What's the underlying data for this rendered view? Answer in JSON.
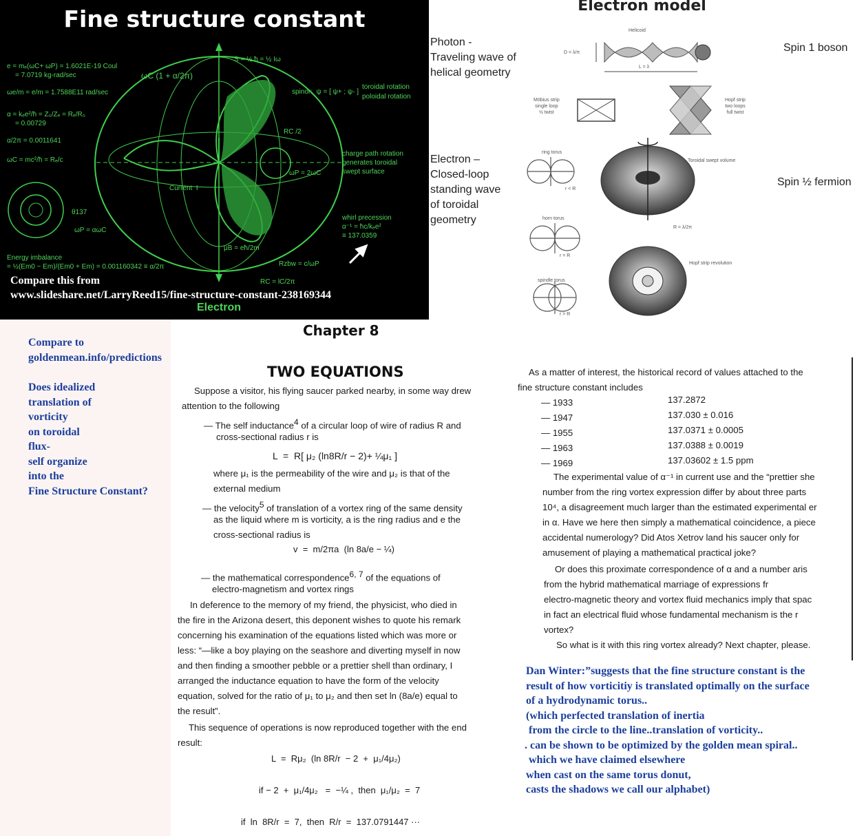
{
  "panel": {
    "title": "Fine structure constant",
    "eq_e": "e = mₑ(ωC+ ωP) = 1.6021E-19 Coul",
    "eq_e2": "= 7.0719 kg-rad/sec",
    "eq_em": "ωe/m = e/m = 1.7588E11 rad/sec",
    "eq_alpha": "α = kₑe²/ħ = Z₀/Zₑ = Rₑ/R₀",
    "eq_alpha2": "= 0.00729",
    "eq_a2pi": "α/2π = 0.0011641",
    "eq_wc": "ωC = mc²/ħ = Rₑ/c",
    "spin_s": "S = ½ ħ = ½ Iω",
    "omega_top": "ωC (1 + α/2π)",
    "spinor": "spinor:  ψ = [ ψ+ ; ψ- ]",
    "toroidal": "toroidal rotation",
    "poloidal": "poloidal rotation",
    "rc2": "RC /2",
    "charge_path": "charge path rotation\ngenerates toroidal\nswept surface",
    "current": "Current  I",
    "wp2": "ωP = 2ωC",
    "theta": "θ137",
    "wp": "ωP = αωC",
    "whirl": "whirl precession\nα⁻¹ = ħc/kₑe²\n≡ 137.0359",
    "mu_b": "μB = eħ/2m",
    "energy": "Energy imbalance",
    "energy2": "= ½(Em0 − Em)/(Em0 + Em) = 0.001160342 ≡ α/2π",
    "rzbw": "Rzbw = c/ωP",
    "rc": "RC = lC/2π",
    "compare1": "Compare this from",
    "compare2": "www.slideshare.net/LarryReed15/fine-structure-constant-238169344",
    "caption": "Electron"
  },
  "model": {
    "heading": "Electron model",
    "photon": "Photon -\nTraveling wave of\nhelical geometry",
    "electron": "Electron –\nClosed-loop\nstanding wave\nof toroidal\ngeometry",
    "spin1": "Spin 1 boson",
    "spinhalf": "Spin ½ fermion",
    "helicoid": "Helicoid",
    "d": "D = λ/π",
    "l": "L = λ",
    "mobius": "Möbius strip\nsingle loop\n½ twist",
    "hopf": "Hopf strip\ntwo loops\nfull twist",
    "ringtorus": "ring torus",
    "rltR": "r < R",
    "toroidal_swept": "Toroidal swept volume",
    "hornt": "horn torus",
    "req": "r = R",
    "rl2pi": "R = λ/2π",
    "hopfrev": "Hopf strip revolution",
    "spindle": "spindle torus",
    "rgtR": "r > R"
  },
  "note": {
    "line1": "Compare to",
    "line2": "goldenmean.info/predictions",
    "q": [
      "Does idealized",
      "translation of",
      "vorticity",
      "on toroidal",
      "flux-",
      "self organize",
      "into the",
      "Fine Structure Constant?"
    ]
  },
  "book": {
    "chapter": "Chapter 8",
    "heading": "TWO EQUATIONS",
    "p1a": "Suppose a visitor, his flying saucer parked nearby, in some way drew",
    "p1b": "attention to the following",
    "i1a": "— The self inductance",
    "sup4": "4",
    "i1b": " of a circular loop of wire of radius R and",
    "i1c": "cross-sectional radius r is",
    "eqL": "L  =  R[ μ₂ (ln8R/r − 2)+ ¼μ₁ ]",
    "i1d": "where μ₁ is the permeability of the wire and μ₂ is that of the",
    "i1e": "external medium",
    "i2a": "— the velocity",
    "sup5": "5",
    "i2b": " of translation of a vortex ring of the same density",
    "i2c": "as the liquid where m is vorticity, a is the ring radius and e the",
    "i2d": "cross-sectional radius is",
    "eqV": "v  =  m/2πa  (ln 8a/e − ¼)",
    "i3a": "— the  mathematical  correspondence",
    "sup67": "6, 7",
    "i3b": "  of  the  equations  of",
    "i3c": "electro-magnetism  and  vortex  rings",
    "p2": [
      "In deference to the memory of my friend, the physicist, who died in",
      "the fire in the Arizona desert, this deponent wishes to quote his remark",
      "concerning his examination of the equations listed which was more or",
      "less: “—like a boy playing on the seashore and diverting myself in now",
      "and then finding a smoother pebble or a prettier shell than ordinary, I",
      "arranged the inductance equation to have the form of the velocity",
      "equation, solved for the ratio of μ₁ to μ₂ and then set ln (8a/e) equal to",
      "the result”."
    ],
    "p3a": "This sequence of operations is now reproduced together with the end",
    "p3b": "result:",
    "eq1": "L  =  Rμ₂  (ln 8R/r  − 2  +  μ₁/4μ₂)",
    "eq2": "if − 2  +  μ₁/4μ₂   =  −¼ ,  then  μ₁/μ₂  =  7",
    "eq3": "if  ln  8R/r  =  7,  then  R/r  =  137.0791447 ···",
    "r1": "As a matter of interest, the historical record of values attached to the",
    "r2": "fine structure constant includes",
    "years": [
      "— 1933",
      "— 1947",
      "— 1955",
      "— 1963",
      "— 1969"
    ],
    "vals": [
      "137.2872",
      "137.030  ±  0.016",
      "137.0371  ±  0.0005",
      "137.0388  ±  0.0019",
      "137.03602  ±  1.5 ppm"
    ],
    "r3": [
      "The experimental value of α⁻¹ in current use and the “prettier she",
      "number from the ring vortex expression differ by about three parts",
      "10⁴, a disagreement much larger than the estimated experimental er",
      "in α. Have we here then simply a mathematical coincidence, a piece",
      "accidental numerology? Did Atos Xetrov land his saucer only for",
      "amusement of playing a mathematical practical joke?"
    ],
    "r4": [
      "Or does this proximate correspondence of α and a number aris",
      "from  the  hybrid  mathematical  marriage  of  expressions  fr",
      "electro-magnetic theory and vortex fluid mechanics imply that spac",
      "in fact an electrical fluid whose fundamental mechanism is the r",
      "vortex?"
    ],
    "r5": "So what is it with this ring vortex already? Next chapter, please."
  },
  "dan": [
    "Dan Winter:”suggests that the fine structure constant is the",
    "result of  how vorticitiy is translated optimally on the surface",
    "of a hydrodynamic torus..",
    "(which perfected translation of inertia",
    " from the circle to the line..translation of vorticity..",
    ". can be shown to be optimized by the golden mean spiral..",
    " which we have claimed elsewhere",
    "when cast on the same torus donut,",
    "casts the shadows we call our alphabet)"
  ]
}
